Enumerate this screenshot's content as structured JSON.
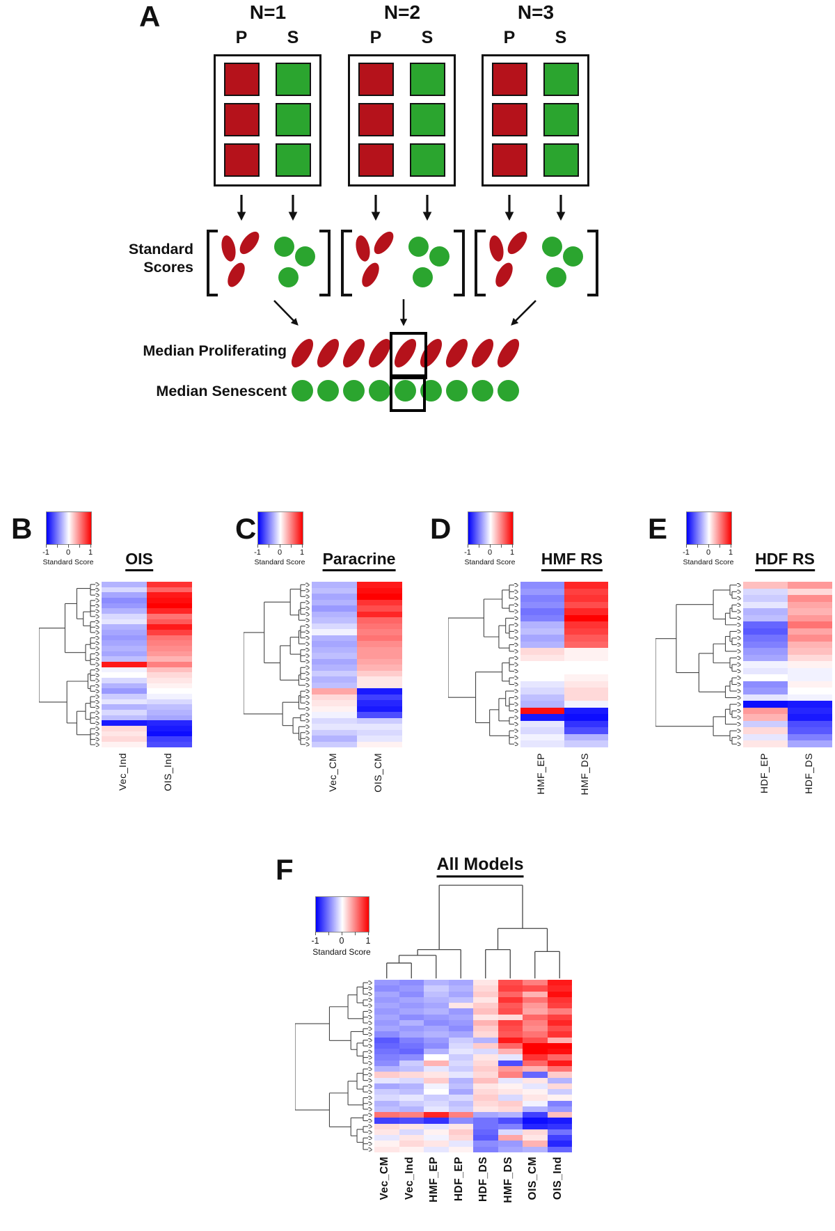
{
  "figure": {
    "panel_a": {
      "label": "A",
      "groups": [
        {
          "n_label": "N=1"
        },
        {
          "n_label": "N=2"
        },
        {
          "n_label": "N=3"
        }
      ],
      "col_p": "P",
      "col_s": "S",
      "standard_scores_label": "Standard Scores",
      "median_proliferating_label": "Median Proliferating",
      "median_senescent_label": "Median Senescent",
      "proliferating_color": "#B5121B",
      "senescent_color": "#2BA52F",
      "samples_per_group": 3,
      "median_count": 9,
      "highlighted_median_index": 5
    },
    "heat_colors": {
      "min": "#0000FA",
      "mid": "#FFFFFF",
      "max": "#FA0000"
    }
  },
  "chart_data": [
    {
      "panel": "B",
      "type": "heatmap",
      "title": "OIS",
      "columns": [
        "Vec_Ind",
        "OIS_Ind"
      ],
      "colorbar": {
        "label": "Standard Score",
        "tick_labels": [
          "-1",
          "0",
          "1"
        ],
        "range": [
          -1,
          1
        ]
      },
      "rows": [
        [
          -0.3,
          0.8
        ],
        [
          -0.15,
          0.6
        ],
        [
          -0.35,
          0.9
        ],
        [
          -0.45,
          0.95
        ],
        [
          -0.4,
          1.0
        ],
        [
          -0.3,
          0.85
        ],
        [
          -0.15,
          0.55
        ],
        [
          -0.1,
          0.65
        ],
        [
          -0.3,
          0.9
        ],
        [
          -0.35,
          0.75
        ],
        [
          -0.4,
          0.55
        ],
        [
          -0.35,
          0.5
        ],
        [
          -0.3,
          0.45
        ],
        [
          -0.35,
          0.4
        ],
        [
          -0.25,
          0.3
        ],
        [
          0.9,
          0.5
        ],
        [
          -0.05,
          0.25
        ],
        [
          0.0,
          0.15
        ],
        [
          -0.15,
          0.1
        ],
        [
          -0.3,
          0.05
        ],
        [
          -0.4,
          0.0
        ],
        [
          -0.2,
          -0.05
        ],
        [
          -0.1,
          -0.15
        ],
        [
          -0.3,
          -0.25
        ],
        [
          -0.15,
          -0.3
        ],
        [
          -0.25,
          -0.35
        ],
        [
          -0.9,
          -0.85
        ],
        [
          0.15,
          -0.9
        ],
        [
          0.1,
          -0.95
        ],
        [
          0.15,
          -0.75
        ],
        [
          0.05,
          -0.7
        ]
      ]
    },
    {
      "panel": "C",
      "type": "heatmap",
      "title": "Paracrine",
      "columns": [
        "Vec_CM",
        "OIS_CM"
      ],
      "colorbar": {
        "label": "Standard Score",
        "tick_labels": [
          "-1",
          "0",
          "1"
        ],
        "range": [
          -1,
          1
        ]
      },
      "rows": [
        [
          -0.3,
          0.9
        ],
        [
          -0.25,
          0.95
        ],
        [
          -0.35,
          1.0
        ],
        [
          -0.3,
          0.8
        ],
        [
          -0.4,
          0.7
        ],
        [
          -0.3,
          0.85
        ],
        [
          -0.25,
          0.6
        ],
        [
          -0.15,
          0.55
        ],
        [
          -0.05,
          0.5
        ],
        [
          -0.3,
          0.55
        ],
        [
          -0.35,
          0.45
        ],
        [
          -0.3,
          0.4
        ],
        [
          -0.25,
          0.4
        ],
        [
          -0.35,
          0.35
        ],
        [
          -0.3,
          0.3
        ],
        [
          -0.2,
          0.2
        ],
        [
          -0.3,
          0.1
        ],
        [
          -0.25,
          0.1
        ],
        [
          0.35,
          -0.9
        ],
        [
          0.15,
          -0.75
        ],
        [
          0.1,
          -0.85
        ],
        [
          0.05,
          -0.9
        ],
        [
          -0.05,
          -0.7
        ],
        [
          -0.15,
          -0.2
        ],
        [
          -0.1,
          -0.1
        ],
        [
          -0.2,
          -0.15
        ],
        [
          -0.3,
          -0.1
        ],
        [
          -0.2,
          0.05
        ]
      ]
    },
    {
      "panel": "D",
      "type": "heatmap",
      "title": "HMF RS",
      "columns": [
        "HMF_EP",
        "HMF_DS"
      ],
      "colorbar": {
        "label": "Standard Score",
        "tick_labels": [
          "-1",
          "0",
          "1"
        ],
        "range": [
          -1,
          1
        ]
      },
      "rows": [
        [
          -0.45,
          0.85
        ],
        [
          -0.4,
          0.75
        ],
        [
          -0.5,
          0.8
        ],
        [
          -0.45,
          0.7
        ],
        [
          -0.55,
          0.85
        ],
        [
          -0.5,
          1.0
        ],
        [
          -0.3,
          0.8
        ],
        [
          -0.25,
          0.75
        ],
        [
          -0.35,
          0.65
        ],
        [
          -0.3,
          0.6
        ],
        [
          0.15,
          0.05
        ],
        [
          0.1,
          0.05
        ],
        [
          0.0,
          0.0
        ],
        [
          0.0,
          0.0
        ],
        [
          0.0,
          0.05
        ],
        [
          -0.1,
          0.1
        ],
        [
          -0.15,
          0.15
        ],
        [
          -0.25,
          0.15
        ],
        [
          -0.3,
          -0.05
        ],
        [
          0.95,
          -0.9
        ],
        [
          -0.9,
          -0.95
        ],
        [
          -0.1,
          -0.8
        ],
        [
          -0.15,
          -0.7
        ],
        [
          -0.05,
          -0.3
        ],
        [
          -0.1,
          -0.2
        ]
      ]
    },
    {
      "panel": "E",
      "type": "heatmap",
      "title": "HDF RS",
      "columns": [
        "HDF_EP",
        "HDF_DS"
      ],
      "colorbar": {
        "label": "Standard Score",
        "tick_labels": [
          "-1",
          "0",
          "1"
        ],
        "range": [
          -1,
          1
        ]
      },
      "rows": [
        [
          0.25,
          0.4
        ],
        [
          -0.15,
          0.15
        ],
        [
          -0.2,
          0.45
        ],
        [
          -0.1,
          0.35
        ],
        [
          -0.3,
          0.3
        ],
        [
          -0.25,
          0.4
        ],
        [
          -0.6,
          0.55
        ],
        [
          -0.65,
          0.35
        ],
        [
          -0.55,
          0.45
        ],
        [
          -0.5,
          0.3
        ],
        [
          -0.4,
          0.25
        ],
        [
          -0.35,
          0.15
        ],
        [
          -0.05,
          0.05
        ],
        [
          -0.1,
          -0.05
        ],
        [
          0.0,
          -0.05
        ],
        [
          -0.45,
          0.05
        ],
        [
          -0.4,
          0.0
        ],
        [
          -0.1,
          -0.05
        ],
        [
          -0.95,
          -0.9
        ],
        [
          0.4,
          -0.85
        ],
        [
          0.3,
          -0.9
        ],
        [
          -0.2,
          -0.7
        ],
        [
          0.15,
          -0.65
        ],
        [
          -0.1,
          -0.5
        ],
        [
          0.1,
          -0.35
        ]
      ]
    },
    {
      "panel": "F",
      "type": "heatmap",
      "title": "All Models",
      "columns": [
        "Vec_CM",
        "Vec_Ind",
        "HMF_EP",
        "HDF_EP",
        "HDF_DS",
        "HMF_DS",
        "OIS_CM",
        "OIS_Ind"
      ],
      "colorbar": {
        "label": "Standard Score",
        "tick_labels": [
          "-1",
          "0",
          "1"
        ],
        "range": [
          -1,
          1
        ]
      },
      "rows": [
        [
          -0.4,
          -0.45,
          -0.3,
          -0.35,
          0.1,
          0.7,
          0.5,
          0.9
        ],
        [
          -0.45,
          -0.4,
          -0.2,
          -0.3,
          0.15,
          0.75,
          0.7,
          0.85
        ],
        [
          -0.35,
          -0.45,
          -0.25,
          -0.35,
          0.2,
          0.6,
          0.3,
          0.95
        ],
        [
          -0.4,
          -0.35,
          -0.3,
          -0.25,
          0.1,
          0.8,
          0.55,
          0.8
        ],
        [
          -0.35,
          -0.4,
          -0.35,
          0.1,
          0.2,
          0.65,
          0.4,
          0.75
        ],
        [
          -0.4,
          -0.35,
          -0.3,
          -0.4,
          0.25,
          0.7,
          0.35,
          0.5
        ],
        [
          -0.35,
          -0.45,
          -0.4,
          -0.35,
          0.1,
          0.15,
          0.6,
          0.75
        ],
        [
          -0.4,
          -0.3,
          -0.45,
          -0.4,
          0.3,
          0.75,
          0.5,
          0.85
        ],
        [
          -0.35,
          -0.4,
          -0.35,
          -0.45,
          0.2,
          0.7,
          0.45,
          0.7
        ],
        [
          -0.45,
          -0.35,
          -0.3,
          -0.35,
          0.15,
          0.65,
          0.55,
          0.8
        ],
        [
          -0.65,
          -0.5,
          -0.4,
          -0.2,
          -0.3,
          0.9,
          0.7,
          0.3
        ],
        [
          -0.6,
          -0.55,
          -0.45,
          -0.15,
          0.2,
          0.6,
          1.0,
          1.0
        ],
        [
          -0.55,
          -0.6,
          -0.3,
          -0.1,
          -0.15,
          0.3,
          1.0,
          0.95
        ],
        [
          -0.5,
          -0.45,
          0.0,
          -0.2,
          0.1,
          -0.1,
          0.8,
          0.6
        ],
        [
          -0.45,
          -0.2,
          0.3,
          -0.15,
          0.15,
          -0.7,
          0.6,
          0.9
        ],
        [
          -0.3,
          -0.25,
          -0.1,
          -0.2,
          0.2,
          0.4,
          0.3,
          0.55
        ],
        [
          0.2,
          0.15,
          0.1,
          -0.1,
          0.15,
          0.5,
          -0.6,
          0.2
        ],
        [
          -0.1,
          -0.15,
          0.2,
          -0.3,
          0.25,
          -0.1,
          0.1,
          -0.3
        ],
        [
          -0.35,
          -0.3,
          -0.05,
          -0.25,
          0.1,
          0.05,
          -0.1,
          0.15
        ],
        [
          -0.2,
          -0.25,
          0.0,
          -0.35,
          0.15,
          0.1,
          0.05,
          -0.2
        ],
        [
          -0.15,
          -0.1,
          -0.2,
          -0.15,
          0.2,
          -0.15,
          0.1,
          0.05
        ],
        [
          -0.3,
          -0.2,
          -0.15,
          -0.25,
          0.15,
          0.2,
          -0.05,
          -0.5
        ],
        [
          -0.25,
          -0.3,
          -0.1,
          -0.2,
          0.1,
          0.15,
          -0.3,
          -0.4
        ],
        [
          0.55,
          0.5,
          0.85,
          0.5,
          -0.35,
          -0.3,
          -0.75,
          0.25
        ],
        [
          -0.75,
          -0.7,
          -0.8,
          -0.45,
          -0.55,
          -0.7,
          -0.95,
          -0.9
        ],
        [
          0.15,
          0.1,
          -0.1,
          0.1,
          -0.55,
          -0.5,
          -0.85,
          -0.8
        ],
        [
          0.1,
          -0.15,
          0.05,
          0.2,
          -0.6,
          -0.15,
          0.15,
          -0.55
        ],
        [
          -0.1,
          0.1,
          -0.05,
          0.15,
          -0.65,
          0.35,
          0.1,
          -0.75
        ],
        [
          0.05,
          0.15,
          0.1,
          -0.1,
          -0.45,
          -0.4,
          0.3,
          -0.85
        ],
        [
          0.1,
          0.05,
          -0.1,
          0.05,
          -0.5,
          -0.35,
          -0.3,
          -0.6
        ]
      ]
    }
  ]
}
